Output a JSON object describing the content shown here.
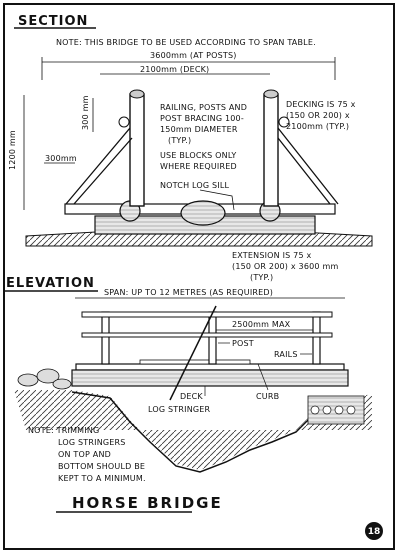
{
  "section": {
    "heading": "SECTION",
    "note": "NOTE: THIS BRIDGE TO BE USED ACCORDING TO SPAN TABLE.",
    "dim_posts": "3600mm (AT POSTS)",
    "dim_deck": "2100mm (DECK)",
    "dim_height": "1200 mm",
    "dim_300_vertical": "300 mm",
    "dim_300_horizontal": "300mm",
    "railing": [
      "RAILING, POSTS AND",
      "POST BRACING 100-",
      "150mm DIAMETER",
      "(TYP.)"
    ],
    "blocks": [
      "USE BLOCKS ONLY",
      "WHERE REQUIRED"
    ],
    "sill": "NOTCH LOG SILL",
    "decking": [
      "DECKING IS 75 x",
      "(150 OR 200) x",
      "2100mm (TYP.)"
    ],
    "extension": [
      "EXTENSION IS 75 x",
      "(150 OR 200) x 3600 mm",
      "(TYP.)"
    ]
  },
  "elevation": {
    "heading": "ELEVATION",
    "span": "SPAN: UP TO 12 METRES (AS REQUIRED)",
    "max": "2500mm MAX",
    "post": "POST",
    "rails": "RAILS",
    "deck": "DECK",
    "curb": "CURB",
    "stringer": "LOG STRINGER",
    "note": [
      "NOTE: TRIMMING",
      "LOG STRINGERS",
      "ON TOP AND",
      "BOTTOM SHOULD BE",
      "KEPT TO A MINIMUM."
    ]
  },
  "title": "HORSE BRIDGE",
  "page_number": "18"
}
